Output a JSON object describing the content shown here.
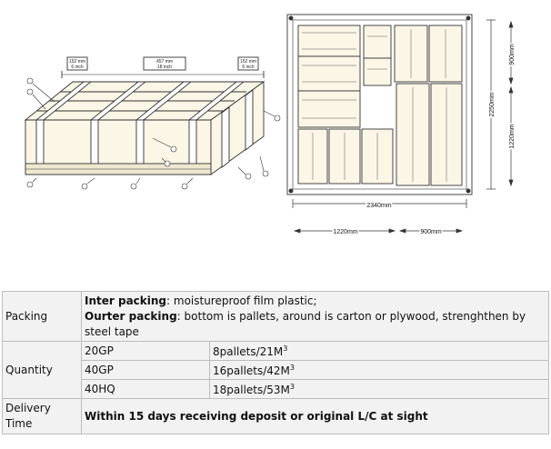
{
  "crate_drawing": {
    "dim_left_mm": "152 mm",
    "dim_left_in": "6 inch",
    "dim_mid_mm": "457 mm",
    "dim_mid_in": "18 inch",
    "dim_right_mm": "152 mm",
    "dim_right_in": "6 inch"
  },
  "container_plan": {
    "width_total": "2340mm",
    "width_left": "1220mm",
    "width_right": "900mm",
    "height_total": "2250mm",
    "height_top": "900mm",
    "height_bottom": "1220mm"
  },
  "spec_table": {
    "packing": {
      "label": "Packing",
      "inter_label": "Inter packing",
      "inter_text": ": moistureproof film plastic;",
      "outer_label": "Ourter packing",
      "outer_text": ": bottom is pallets, around is carton or plywood, strenghthen by steel tape"
    },
    "quantity": {
      "label": "Quantity",
      "rows": [
        {
          "container": "20GP",
          "amount": "8pallets/21M",
          "sup": "3"
        },
        {
          "container": "40GP",
          "amount": "16pallets/42M",
          "sup": "3"
        },
        {
          "container": "40HQ",
          "amount": "18pallets/53M",
          "sup": "3"
        }
      ]
    },
    "delivery": {
      "label": "Delivery Time",
      "text": "Within 15 days receiving deposit or original L/C at sight"
    }
  }
}
